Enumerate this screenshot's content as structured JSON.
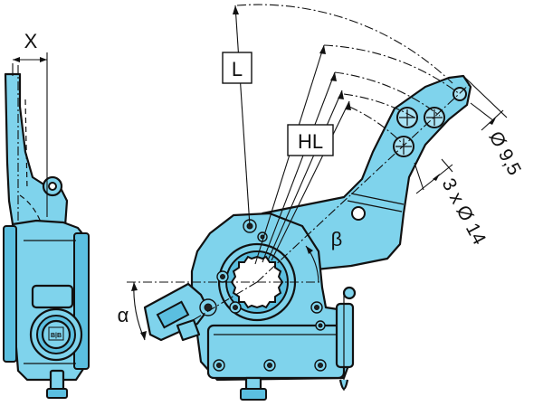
{
  "labels": {
    "x_dim": "X",
    "length": "L",
    "hole_length": "HL",
    "alpha": "α",
    "beta": "β",
    "hole_large": "3 x Ø 14",
    "hole_small": "Ø 9,5"
  },
  "emblem": {
    "text": "B|B"
  },
  "colors": {
    "part_fill": "#7fd3ec",
    "outline": "#111111",
    "background": "#ffffff"
  }
}
